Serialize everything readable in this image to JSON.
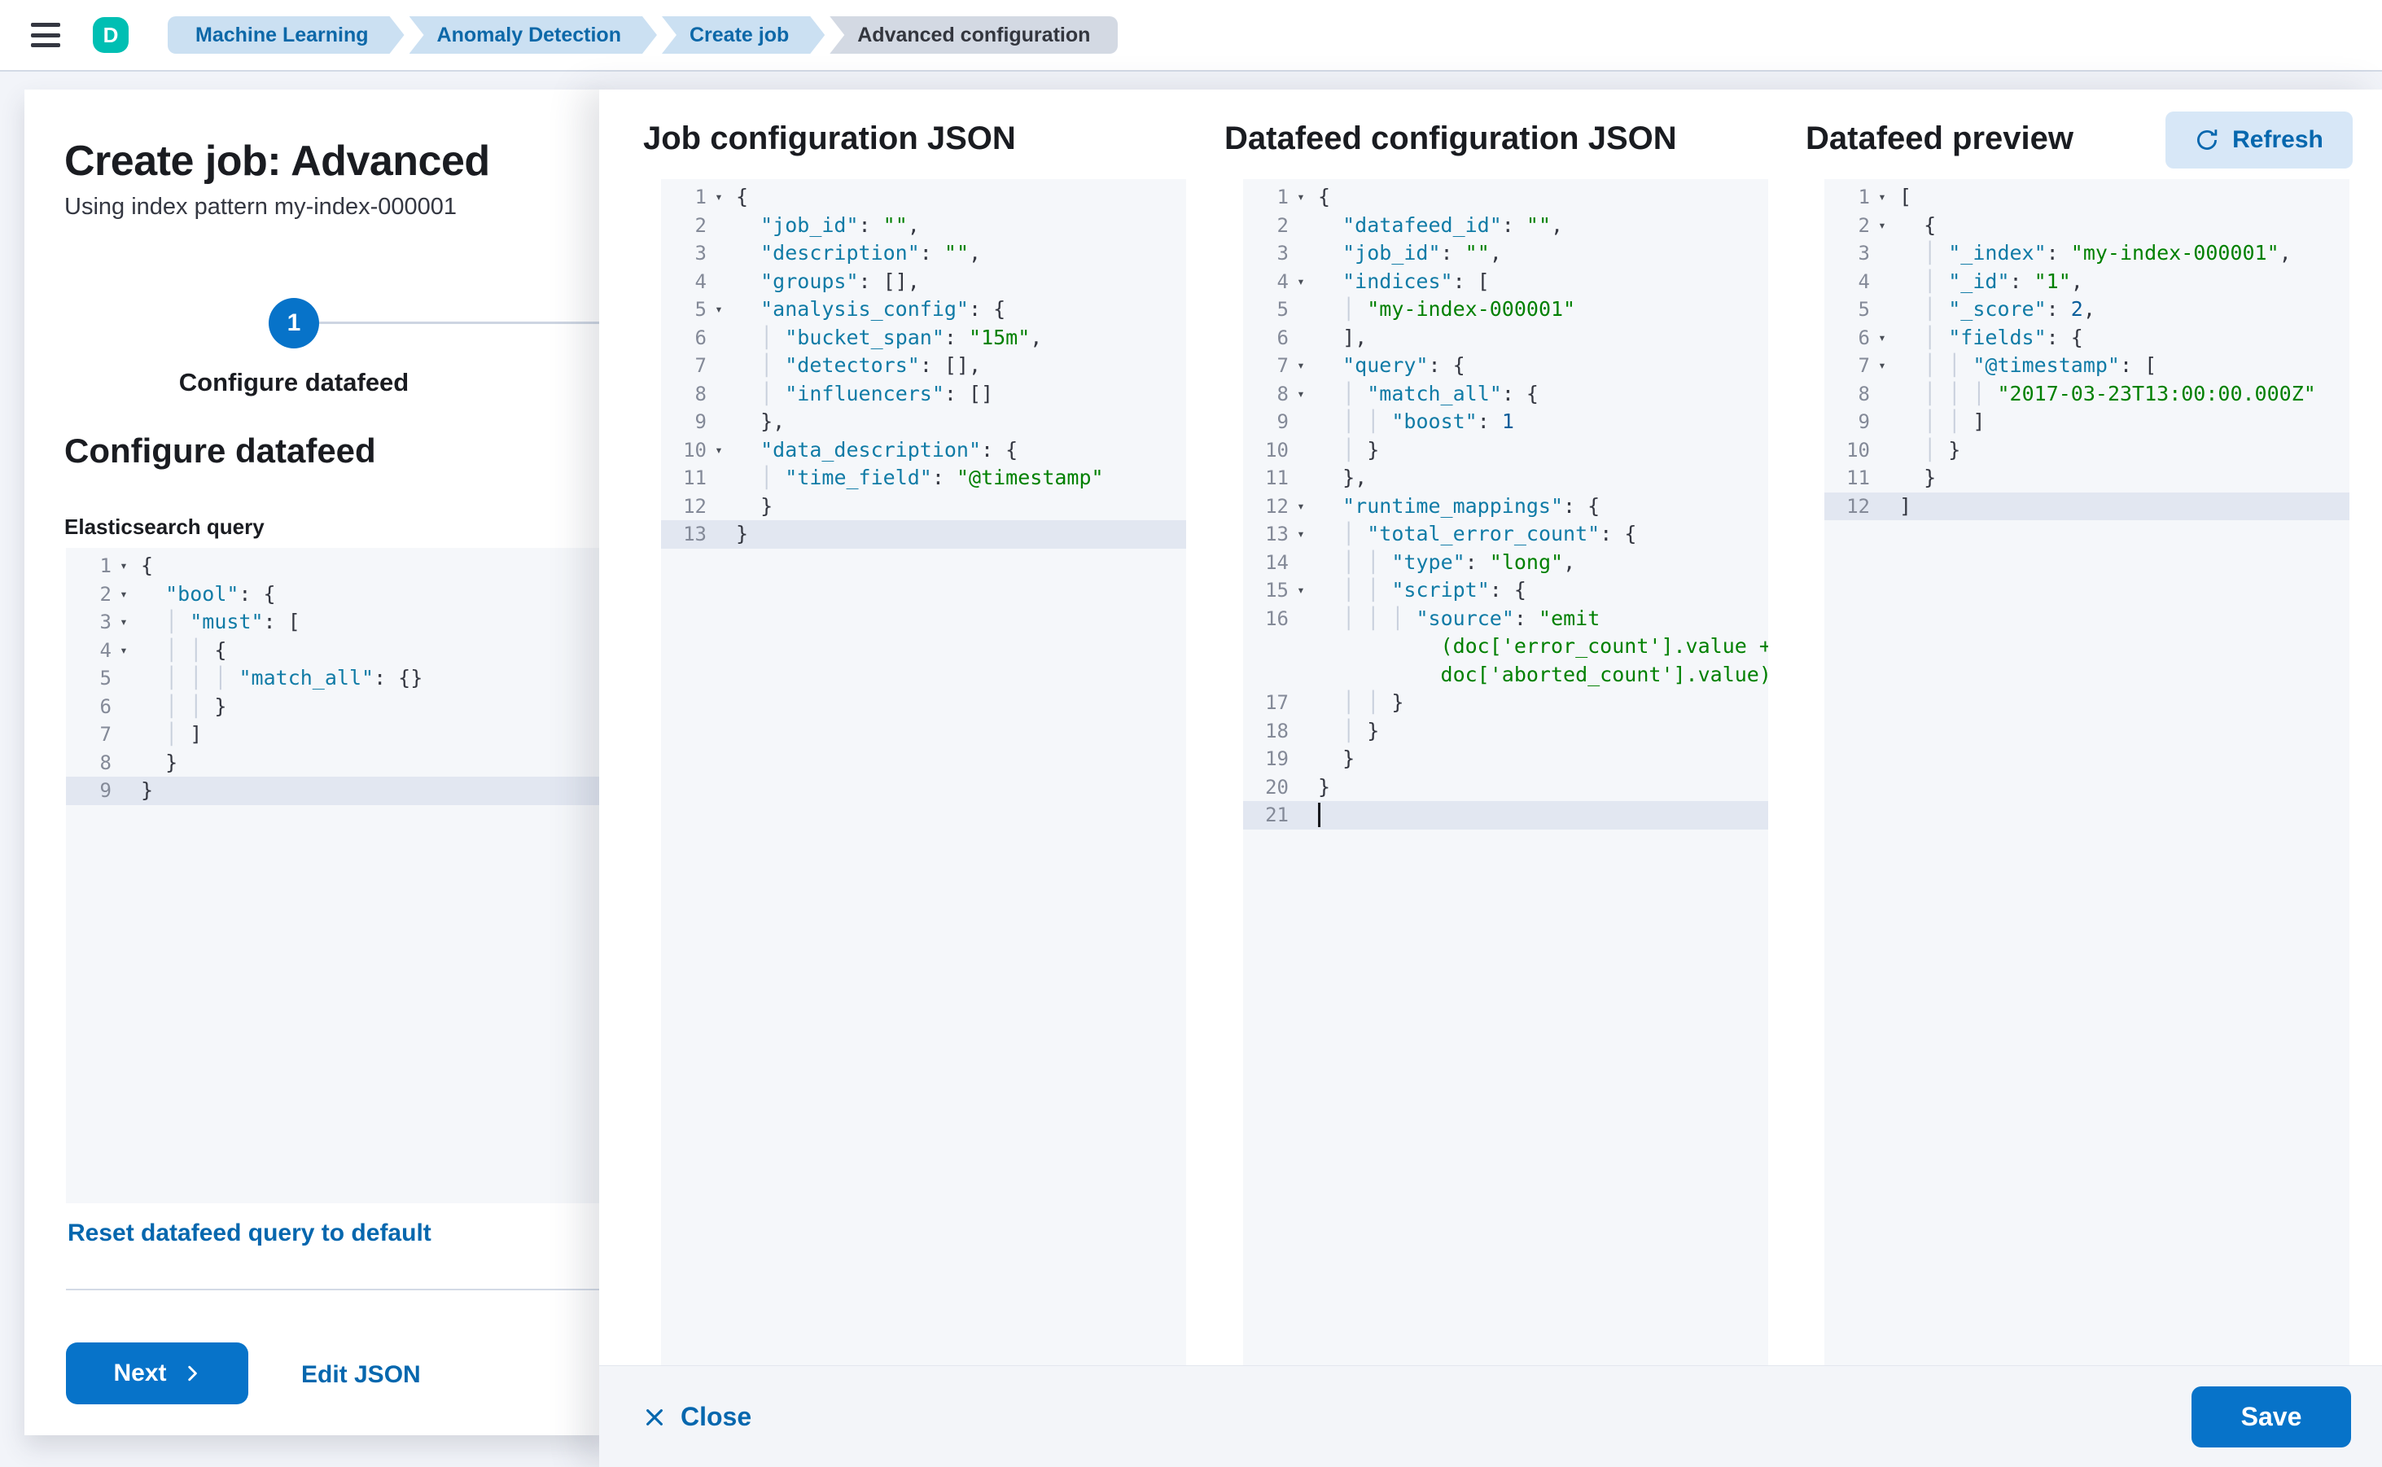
{
  "topbar": {
    "avatar_initial": "D",
    "breadcrumbs": [
      {
        "label": "Machine Learning"
      },
      {
        "label": "Anomaly Detection"
      },
      {
        "label": "Create job"
      },
      {
        "label": "Advanced configuration",
        "current": true
      }
    ]
  },
  "wizard": {
    "title": "Create job: Advanced",
    "subtitle": "Using index pattern my-index-000001",
    "step_number": "1",
    "step_label": "Configure datafeed",
    "section_heading": "Configure datafeed",
    "query_label": "Elasticsearch query",
    "reset_link": "Reset datafeed query to default",
    "next_label": "Next",
    "edit_json_label": "Edit JSON",
    "es_query_rows": [
      {
        "n": "1",
        "f": true,
        "t": [
          [
            "p",
            "{"
          ]
        ]
      },
      {
        "n": "2",
        "f": true,
        "t": [
          [
            "w",
            "  "
          ],
          [
            "k",
            "\"bool\""
          ],
          [
            "p",
            ": {"
          ]
        ]
      },
      {
        "n": "3",
        "f": true,
        "t": [
          [
            "w",
            "  "
          ],
          [
            "g",
            "│"
          ],
          [
            "w",
            " "
          ],
          [
            "k",
            "\"must\""
          ],
          [
            "p",
            ": ["
          ]
        ]
      },
      {
        "n": "4",
        "f": true,
        "t": [
          [
            "w",
            "  "
          ],
          [
            "g",
            "│"
          ],
          [
            "w",
            " "
          ],
          [
            "g",
            "│"
          ],
          [
            "w",
            " "
          ],
          [
            "p",
            "{"
          ]
        ]
      },
      {
        "n": "5",
        "t": [
          [
            "w",
            "  "
          ],
          [
            "g",
            "│"
          ],
          [
            "w",
            " "
          ],
          [
            "g",
            "│"
          ],
          [
            "w",
            " "
          ],
          [
            "g",
            "│"
          ],
          [
            "w",
            " "
          ],
          [
            "k",
            "\"match_all\""
          ],
          [
            "p",
            ": {}"
          ]
        ]
      },
      {
        "n": "6",
        "t": [
          [
            "w",
            "  "
          ],
          [
            "g",
            "│"
          ],
          [
            "w",
            " "
          ],
          [
            "g",
            "│"
          ],
          [
            "w",
            " "
          ],
          [
            "p",
            "}"
          ]
        ]
      },
      {
        "n": "7",
        "t": [
          [
            "w",
            "  "
          ],
          [
            "g",
            "│"
          ],
          [
            "w",
            " "
          ],
          [
            "p",
            "]"
          ]
        ]
      },
      {
        "n": "8",
        "t": [
          [
            "w",
            "  "
          ],
          [
            "p",
            "}"
          ]
        ]
      },
      {
        "n": "9",
        "a": true,
        "t": [
          [
            "p",
            "}"
          ]
        ]
      }
    ]
  },
  "flyout": {
    "panels": [
      {
        "title": "Job configuration JSON"
      },
      {
        "title": "Datafeed configuration JSON"
      },
      {
        "title": "Datafeed preview",
        "refresh_label": "Refresh"
      }
    ],
    "job_rows": [
      {
        "n": "1",
        "f": true,
        "t": [
          [
            "p",
            "{"
          ]
        ]
      },
      {
        "n": "2",
        "t": [
          [
            "w",
            "  "
          ],
          [
            "k",
            "\"job_id\""
          ],
          [
            "p",
            ": "
          ],
          [
            "s",
            "\"\""
          ],
          [
            "p",
            ","
          ]
        ]
      },
      {
        "n": "3",
        "t": [
          [
            "w",
            "  "
          ],
          [
            "k",
            "\"description\""
          ],
          [
            "p",
            ": "
          ],
          [
            "s",
            "\"\""
          ],
          [
            "p",
            ","
          ]
        ]
      },
      {
        "n": "4",
        "t": [
          [
            "w",
            "  "
          ],
          [
            "k",
            "\"groups\""
          ],
          [
            "p",
            ": [],"
          ]
        ]
      },
      {
        "n": "5",
        "f": true,
        "t": [
          [
            "w",
            "  "
          ],
          [
            "k",
            "\"analysis_config\""
          ],
          [
            "p",
            ": {"
          ]
        ]
      },
      {
        "n": "6",
        "t": [
          [
            "w",
            "  "
          ],
          [
            "g",
            "│"
          ],
          [
            "w",
            " "
          ],
          [
            "k",
            "\"bucket_span\""
          ],
          [
            "p",
            ": "
          ],
          [
            "s",
            "\"15m\""
          ],
          [
            "p",
            ","
          ]
        ]
      },
      {
        "n": "7",
        "t": [
          [
            "w",
            "  "
          ],
          [
            "g",
            "│"
          ],
          [
            "w",
            " "
          ],
          [
            "k",
            "\"detectors\""
          ],
          [
            "p",
            ": [],"
          ]
        ]
      },
      {
        "n": "8",
        "t": [
          [
            "w",
            "  "
          ],
          [
            "g",
            "│"
          ],
          [
            "w",
            " "
          ],
          [
            "k",
            "\"influencers\""
          ],
          [
            "p",
            ": []"
          ]
        ]
      },
      {
        "n": "9",
        "t": [
          [
            "w",
            "  "
          ],
          [
            "p",
            "},"
          ]
        ]
      },
      {
        "n": "10",
        "f": true,
        "t": [
          [
            "w",
            "  "
          ],
          [
            "k",
            "\"data_description\""
          ],
          [
            "p",
            ": {"
          ]
        ]
      },
      {
        "n": "11",
        "t": [
          [
            "w",
            "  "
          ],
          [
            "g",
            "│"
          ],
          [
            "w",
            " "
          ],
          [
            "k",
            "\"time_field\""
          ],
          [
            "p",
            ": "
          ],
          [
            "s",
            "\"@timestamp\""
          ]
        ]
      },
      {
        "n": "12",
        "t": [
          [
            "w",
            "  "
          ],
          [
            "p",
            "}"
          ]
        ]
      },
      {
        "n": "13",
        "a": true,
        "t": [
          [
            "p",
            "}"
          ]
        ]
      }
    ],
    "datafeed_rows": [
      {
        "n": "1",
        "f": true,
        "t": [
          [
            "p",
            "{"
          ]
        ]
      },
      {
        "n": "2",
        "t": [
          [
            "w",
            "  "
          ],
          [
            "k",
            "\"datafeed_id\""
          ],
          [
            "p",
            ": "
          ],
          [
            "s",
            "\"\""
          ],
          [
            "p",
            ","
          ]
        ]
      },
      {
        "n": "3",
        "t": [
          [
            "w",
            "  "
          ],
          [
            "k",
            "\"job_id\""
          ],
          [
            "p",
            ": "
          ],
          [
            "s",
            "\"\""
          ],
          [
            "p",
            ","
          ]
        ]
      },
      {
        "n": "4",
        "f": true,
        "t": [
          [
            "w",
            "  "
          ],
          [
            "k",
            "\"indices\""
          ],
          [
            "p",
            ": ["
          ]
        ]
      },
      {
        "n": "5",
        "t": [
          [
            "w",
            "  "
          ],
          [
            "g",
            "│"
          ],
          [
            "w",
            " "
          ],
          [
            "s",
            "\"my-index-000001\""
          ]
        ]
      },
      {
        "n": "6",
        "t": [
          [
            "w",
            "  "
          ],
          [
            "p",
            "],"
          ]
        ]
      },
      {
        "n": "7",
        "f": true,
        "t": [
          [
            "w",
            "  "
          ],
          [
            "k",
            "\"query\""
          ],
          [
            "p",
            ": {"
          ]
        ]
      },
      {
        "n": "8",
        "f": true,
        "t": [
          [
            "w",
            "  "
          ],
          [
            "g",
            "│"
          ],
          [
            "w",
            " "
          ],
          [
            "k",
            "\"match_all\""
          ],
          [
            "p",
            ": {"
          ]
        ]
      },
      {
        "n": "9",
        "t": [
          [
            "w",
            "  "
          ],
          [
            "g",
            "│"
          ],
          [
            "w",
            " "
          ],
          [
            "g",
            "│"
          ],
          [
            "w",
            " "
          ],
          [
            "k",
            "\"boost\""
          ],
          [
            "p",
            ": "
          ],
          [
            "n2",
            "1"
          ]
        ]
      },
      {
        "n": "10",
        "t": [
          [
            "w",
            "  "
          ],
          [
            "g",
            "│"
          ],
          [
            "w",
            " "
          ],
          [
            "p",
            "}"
          ]
        ]
      },
      {
        "n": "11",
        "t": [
          [
            "w",
            "  "
          ],
          [
            "p",
            "},"
          ]
        ]
      },
      {
        "n": "12",
        "f": true,
        "t": [
          [
            "w",
            "  "
          ],
          [
            "k",
            "\"runtime_mappings\""
          ],
          [
            "p",
            ": {"
          ]
        ]
      },
      {
        "n": "13",
        "f": true,
        "t": [
          [
            "w",
            "  "
          ],
          [
            "g",
            "│"
          ],
          [
            "w",
            " "
          ],
          [
            "k",
            "\"total_error_count\""
          ],
          [
            "p",
            ": {"
          ]
        ]
      },
      {
        "n": "14",
        "t": [
          [
            "w",
            "  "
          ],
          [
            "g",
            "│"
          ],
          [
            "w",
            " "
          ],
          [
            "g",
            "│"
          ],
          [
            "w",
            " "
          ],
          [
            "k",
            "\"type\""
          ],
          [
            "p",
            ": "
          ],
          [
            "s",
            "\"long\""
          ],
          [
            "p",
            ","
          ]
        ]
      },
      {
        "n": "15",
        "f": true,
        "t": [
          [
            "w",
            "  "
          ],
          [
            "g",
            "│"
          ],
          [
            "w",
            " "
          ],
          [
            "g",
            "│"
          ],
          [
            "w",
            " "
          ],
          [
            "k",
            "\"script\""
          ],
          [
            "p",
            ": {"
          ]
        ]
      },
      {
        "n": "16",
        "t": [
          [
            "w",
            "  "
          ],
          [
            "g",
            "│"
          ],
          [
            "w",
            " "
          ],
          [
            "g",
            "│"
          ],
          [
            "w",
            " "
          ],
          [
            "g",
            "│"
          ],
          [
            "w",
            " "
          ],
          [
            "k",
            "\"source\""
          ],
          [
            "p",
            ": "
          ],
          [
            "s",
            "\"emit"
          ]
        ]
      },
      {
        "n": "",
        "t": [
          [
            "w",
            "          "
          ],
          [
            "s",
            "(doc['error_count'].value +"
          ]
        ]
      },
      {
        "n": "",
        "t": [
          [
            "w",
            "          "
          ],
          [
            "s",
            "doc['aborted_count'].value)\""
          ]
        ]
      },
      {
        "n": "17",
        "t": [
          [
            "w",
            "  "
          ],
          [
            "g",
            "│"
          ],
          [
            "w",
            " "
          ],
          [
            "g",
            "│"
          ],
          [
            "w",
            " "
          ],
          [
            "p",
            "}"
          ]
        ]
      },
      {
        "n": "18",
        "t": [
          [
            "w",
            "  "
          ],
          [
            "g",
            "│"
          ],
          [
            "w",
            " "
          ],
          [
            "p",
            "}"
          ]
        ]
      },
      {
        "n": "19",
        "t": [
          [
            "w",
            "  "
          ],
          [
            "p",
            "}"
          ]
        ]
      },
      {
        "n": "20",
        "t": [
          [
            "p",
            "}"
          ]
        ]
      },
      {
        "n": "21",
        "a": true,
        "t": [
          [
            "c",
            ""
          ]
        ]
      }
    ],
    "preview_rows": [
      {
        "n": "1",
        "f": true,
        "t": [
          [
            "p",
            "["
          ]
        ]
      },
      {
        "n": "2",
        "f": true,
        "t": [
          [
            "w",
            "  "
          ],
          [
            "p",
            "{"
          ]
        ]
      },
      {
        "n": "3",
        "t": [
          [
            "w",
            "  "
          ],
          [
            "g",
            "│"
          ],
          [
            "w",
            " "
          ],
          [
            "k",
            "\"_index\""
          ],
          [
            "p",
            ": "
          ],
          [
            "s",
            "\"my-index-000001\""
          ],
          [
            "p",
            ","
          ]
        ]
      },
      {
        "n": "4",
        "t": [
          [
            "w",
            "  "
          ],
          [
            "g",
            "│"
          ],
          [
            "w",
            " "
          ],
          [
            "k",
            "\"_id\""
          ],
          [
            "p",
            ": "
          ],
          [
            "s",
            "\"1\""
          ],
          [
            "p",
            ","
          ]
        ]
      },
      {
        "n": "5",
        "t": [
          [
            "w",
            "  "
          ],
          [
            "g",
            "│"
          ],
          [
            "w",
            " "
          ],
          [
            "k",
            "\"_score\""
          ],
          [
            "p",
            ": "
          ],
          [
            "n2",
            "2"
          ],
          [
            "p",
            ","
          ]
        ]
      },
      {
        "n": "6",
        "f": true,
        "t": [
          [
            "w",
            "  "
          ],
          [
            "g",
            "│"
          ],
          [
            "w",
            " "
          ],
          [
            "k",
            "\"fields\""
          ],
          [
            "p",
            ": {"
          ]
        ]
      },
      {
        "n": "7",
        "f": true,
        "t": [
          [
            "w",
            "  "
          ],
          [
            "g",
            "│"
          ],
          [
            "w",
            " "
          ],
          [
            "g",
            "│"
          ],
          [
            "w",
            " "
          ],
          [
            "k",
            "\"@timestamp\""
          ],
          [
            "p",
            ": ["
          ]
        ]
      },
      {
        "n": "8",
        "t": [
          [
            "w",
            "  "
          ],
          [
            "g",
            "│"
          ],
          [
            "w",
            " "
          ],
          [
            "g",
            "│"
          ],
          [
            "w",
            " "
          ],
          [
            "g",
            "│"
          ],
          [
            "w",
            " "
          ],
          [
            "s",
            "\"2017-03-23T13:00:00.000Z\""
          ]
        ]
      },
      {
        "n": "9",
        "t": [
          [
            "w",
            "  "
          ],
          [
            "g",
            "│"
          ],
          [
            "w",
            " "
          ],
          [
            "g",
            "│"
          ],
          [
            "w",
            " "
          ],
          [
            "p",
            "]"
          ]
        ]
      },
      {
        "n": "10",
        "t": [
          [
            "w",
            "  "
          ],
          [
            "g",
            "│"
          ],
          [
            "w",
            " "
          ],
          [
            "p",
            "}"
          ]
        ]
      },
      {
        "n": "11",
        "t": [
          [
            "w",
            "  "
          ],
          [
            "p",
            "}"
          ]
        ]
      },
      {
        "n": "12",
        "a": true,
        "t": [
          [
            "p",
            "]"
          ]
        ]
      }
    ],
    "footer": {
      "close_label": "Close",
      "save_label": "Save"
    }
  },
  "colors": {
    "primary_button": "#0773C9",
    "link": "#0667AE",
    "breadcrumb_bg": "#CBE0F2",
    "breadcrumb_current_bg": "#D3D9E3",
    "avatar_bg": "#00BFB3",
    "editor_bg": "#F5F7FA",
    "active_line_bg": "#E2E7F1",
    "code_key": "#107BA6",
    "code_string": "#008000",
    "code_number": "#0A5E9B"
  }
}
